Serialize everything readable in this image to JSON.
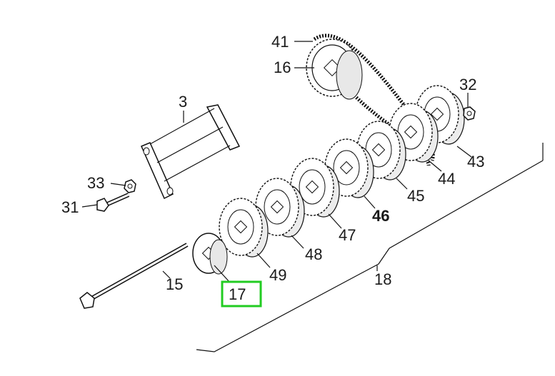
{
  "diagram": {
    "callouts": [
      {
        "id": "41",
        "text": "41"
      },
      {
        "id": "16",
        "text": "16"
      },
      {
        "id": "3",
        "text": "3"
      },
      {
        "id": "32",
        "text": "32"
      },
      {
        "id": "33",
        "text": "33"
      },
      {
        "id": "31",
        "text": "31"
      },
      {
        "id": "43",
        "text": "43"
      },
      {
        "id": "44",
        "text": "44"
      },
      {
        "id": "45",
        "text": "45"
      },
      {
        "id": "46",
        "text": "46"
      },
      {
        "id": "47",
        "text": "47"
      },
      {
        "id": "48",
        "text": "48"
      },
      {
        "id": "49",
        "text": "49"
      },
      {
        "id": "15",
        "text": "15"
      },
      {
        "id": "17",
        "text": "17"
      },
      {
        "id": "18",
        "text": "18"
      }
    ],
    "highlighted_callout": "17",
    "highlight_color": "#22cc22"
  }
}
